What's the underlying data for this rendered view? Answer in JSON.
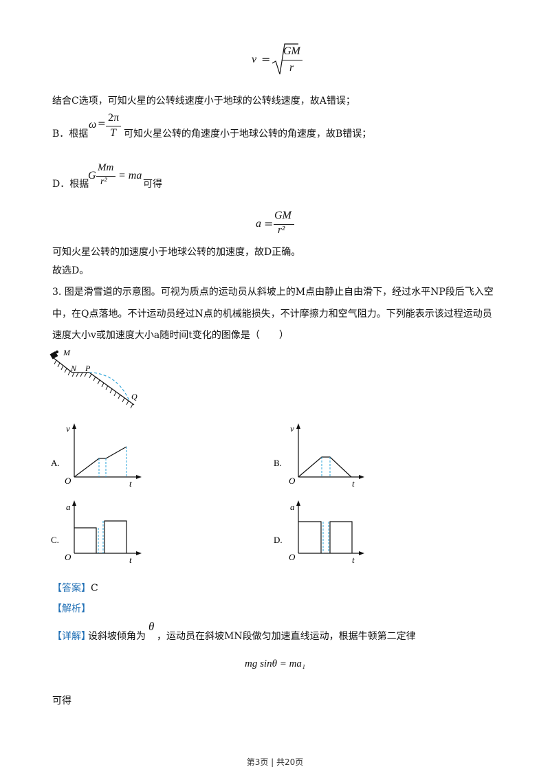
{
  "eq1": {
    "lhs": "v",
    "eq": "=",
    "num": "GM",
    "den": "r"
  },
  "line_c": "结合C选项，可知火星的公转线速度小于地球的公转线速度，故A错误；",
  "line_b": {
    "prefix": "B．根据",
    "omega": "ω",
    "eq": "=",
    "num": "2π",
    "den": "T",
    "suffix": "可知火星公转的角速度小于地球公转的角速度，故B错误；"
  },
  "line_d": {
    "prefix": "D．根据",
    "g": "G",
    "num": "Mm",
    "den": "r²",
    "rhs": "= ma",
    "suffix": "可得"
  },
  "eq2": {
    "lhs": "a",
    "eq": "=",
    "num": "GM",
    "den": "r²"
  },
  "line_d_conclusion": "可知火星公转的加速度小于地球公转的加速度，故D正确。",
  "line_choose": "故选D。",
  "q3": {
    "line1": "3. 图是滑雪道的示意图。可视为质点的运动员从斜坡上的M点由静止自由滑下，经过水平NP段后飞入空",
    "line2": "中，在Q点落地。不计运动员经过N点的机械能损失，不计摩擦力和空气阻力。下列能表示该过程运动员",
    "line3": "速度大小v或加速度大小a随时间t变化的图像是（　　）"
  },
  "slope": {
    "M": "M",
    "N": "N",
    "P": "P",
    "Q": "Q"
  },
  "graphs": {
    "A": {
      "label": "A.",
      "y": "v",
      "x": "t",
      "o": "O"
    },
    "B": {
      "label": "B.",
      "y": "v",
      "x": "t",
      "o": "O"
    },
    "C": {
      "label": "C.",
      "y": "a",
      "x": "t",
      "o": "O"
    },
    "D": {
      "label": "D.",
      "y": "a",
      "x": "t",
      "o": "O"
    }
  },
  "answer": {
    "tag": "【答案】",
    "value": "C"
  },
  "analysis": {
    "tag": "【解析】"
  },
  "detail": {
    "tag": "【详解】",
    "text1": "设斜坡倾角为",
    "theta": "θ",
    "text2": "，运动员在斜坡MN段做匀加速直线运动，根据牛顿第二定律"
  },
  "eq3": "mg sinθ = ma₁",
  "line_kede": "可得",
  "footer": "第3页 | 共20页"
}
